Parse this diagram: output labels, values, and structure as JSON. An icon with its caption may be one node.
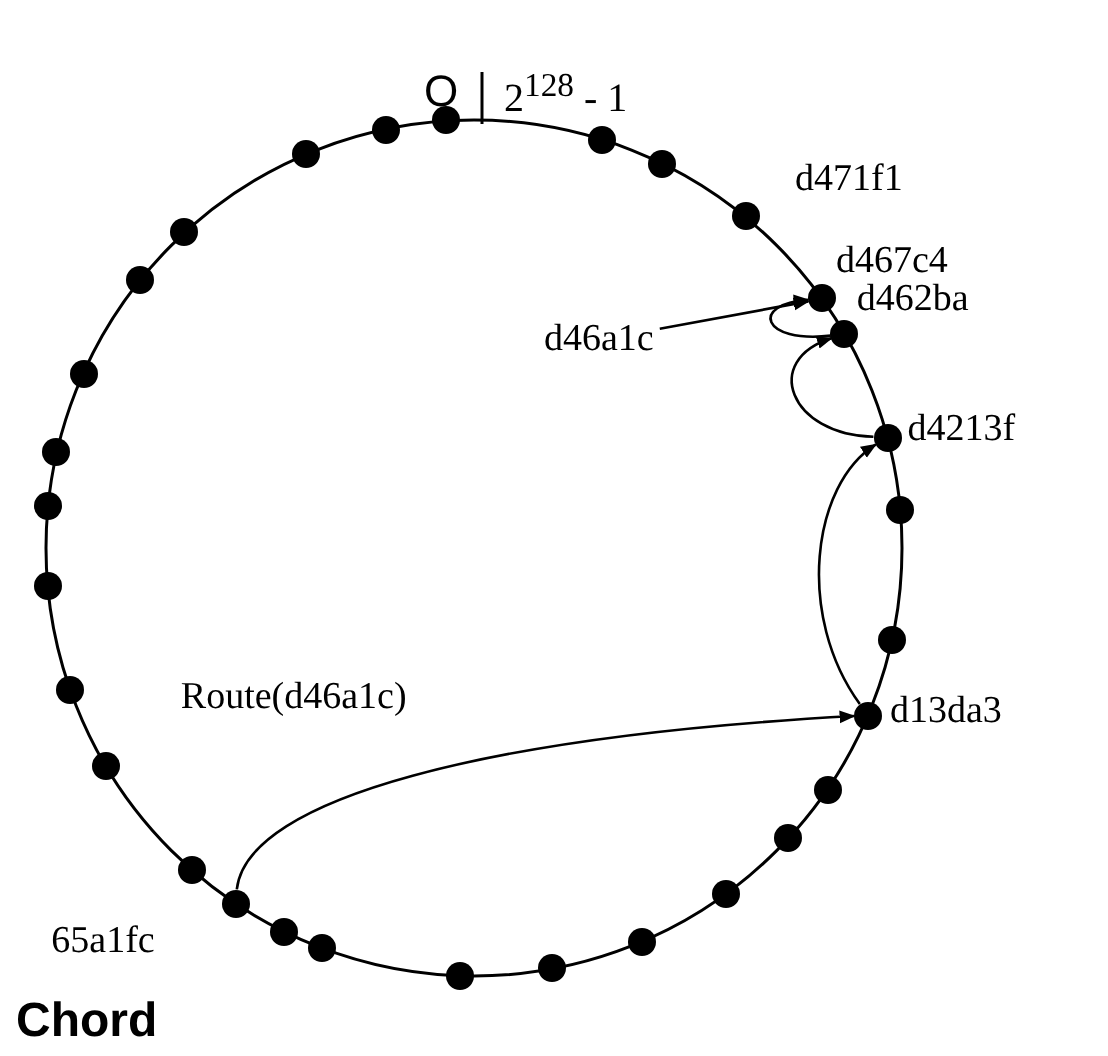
{
  "diagram": {
    "caption": "Chord",
    "nodes": [
      {
        "text": [],
        "shape": "circle"
      },
      {
        "text": [],
        "shape": "circle"
      },
      {
        "text": [],
        "shape": "circle"
      },
      {
        "text": [],
        "shape": "circle"
      },
      {
        "text": [],
        "shape": "circle",
        "beside": [
          "d471f1"
        ]
      },
      {
        "text": [],
        "shape": "circle",
        "beside": [
          "d467c4"
        ]
      },
      {
        "text": [],
        "shape": "circle",
        "beside": [
          "d462ba"
        ]
      },
      {
        "text": [],
        "shape": "circle",
        "beside": [
          "d4213f"
        ]
      },
      {
        "text": [],
        "shape": "circle"
      },
      {
        "text": [],
        "shape": "circle"
      },
      {
        "text": [],
        "shape": "circle",
        "beside": [
          "d13da3"
        ]
      },
      {
        "text": [],
        "shape": "circle"
      },
      {
        "text": [],
        "shape": "circle"
      },
      {
        "text": [],
        "shape": "circle"
      },
      {
        "text": [],
        "shape": "circle"
      },
      {
        "text": [],
        "shape": "circle"
      },
      {
        "text": [],
        "shape": "circle"
      },
      {
        "text": [],
        "shape": "circle"
      },
      {
        "text": [],
        "shape": "circle"
      },
      {
        "text": [],
        "shape": "circle",
        "beside": [
          "65a1fc"
        ]
      },
      {
        "text": [],
        "shape": "circle"
      },
      {
        "text": [],
        "shape": "circle"
      },
      {
        "text": [],
        "shape": "circle"
      },
      {
        "text": [],
        "shape": "circle"
      },
      {
        "text": [],
        "shape": "circle"
      },
      {
        "text": [],
        "shape": "circle"
      },
      {
        "text": [],
        "shape": "circle"
      },
      {
        "text": [],
        "shape": "circle"
      },
      {
        "text": [],
        "shape": "circle"
      },
      {
        "text": [],
        "shape": "circle"
      },
      {
        "text": [
          "d46a1c"
        ]
      }
    ],
    "edges": [
      {
        "from": 19,
        "to": 10,
        "arrow": "to",
        "label": "Route(d46a1c)"
      },
      {
        "from": 10,
        "to": 7,
        "arrow": "to"
      },
      {
        "from": 7,
        "to": 6,
        "arrow": "to"
      },
      {
        "from": 6,
        "to": 5,
        "arrow": "to"
      },
      {
        "from": 30,
        "to": 5,
        "arrow": "to"
      }
    ],
    "labels": [
      "O",
      "2$^{128}$ - 1"
    ]
  }
}
